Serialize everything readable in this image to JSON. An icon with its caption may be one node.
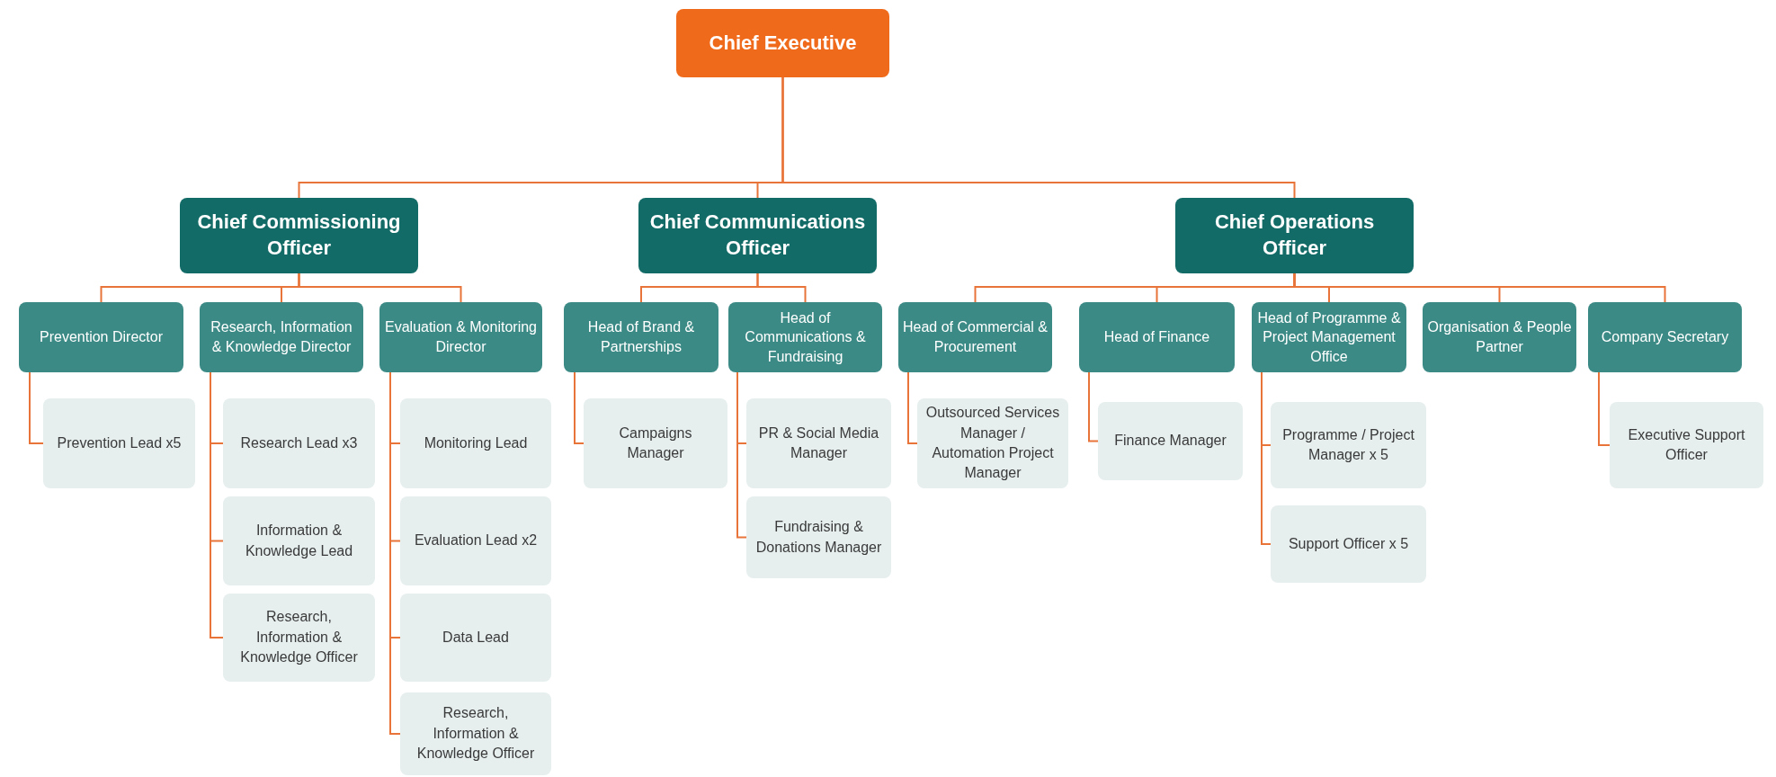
{
  "diagram": {
    "nodes": [
      {
        "text": [
          "Chief Executive"
        ]
      },
      {
        "text": [
          "Chief Commissioning Officer"
        ]
      },
      {
        "text": [
          "Chief Communications Officer"
        ]
      },
      {
        "text": [
          "Chief Operations Officer"
        ]
      },
      {
        "text": [
          "Prevention Director"
        ]
      },
      {
        "text": [
          "Research, Information & Knowledge Director"
        ]
      },
      {
        "text": [
          "Evaluation & Monitoring Director"
        ]
      },
      {
        "text": [
          "Head of Brand & Partnerships"
        ]
      },
      {
        "text": [
          "Head of Communications & Fundraising"
        ]
      },
      {
        "text": [
          "Head of Commercial & Procurement"
        ]
      },
      {
        "text": [
          "Head of Finance"
        ]
      },
      {
        "text": [
          "Head of Programme & Project Management Office"
        ]
      },
      {
        "text": [
          "Organisation & People Partner"
        ]
      },
      {
        "text": [
          "Company Secretary"
        ]
      },
      {
        "text": [
          "Prevention Lead x5"
        ]
      },
      {
        "text": [
          "Research Lead x3"
        ]
      },
      {
        "text": [
          "Information & Knowledge Lead"
        ]
      },
      {
        "text": [
          "Research, Information & Knowledge Officer"
        ]
      },
      {
        "text": [
          "Monitoring Lead"
        ]
      },
      {
        "text": [
          "Evaluation Lead x2"
        ]
      },
      {
        "text": [
          "Data Lead"
        ]
      },
      {
        "text": [
          "Research, Information & Knowledge Officer"
        ]
      },
      {
        "text": [
          "Campaigns Manager"
        ]
      },
      {
        "text": [
          "PR & Social Media Manager"
        ]
      },
      {
        "text": [
          "Fundraising & Donations Manager"
        ]
      },
      {
        "text": [
          "Outsourced Services Manager / Automation Project Manager"
        ]
      },
      {
        "text": [
          "Finance Manager"
        ]
      },
      {
        "text": [
          "Programme / Project Manager x 5"
        ]
      },
      {
        "text": [
          "Support Officer x 5"
        ]
      },
      {
        "text": [
          "Executive Support Officer"
        ]
      }
    ],
    "edges": [
      {
        "from": 0,
        "to": 1,
        "arrow": "none"
      },
      {
        "from": 0,
        "to": 2,
        "arrow": "none"
      },
      {
        "from": 0,
        "to": 3,
        "arrow": "none"
      },
      {
        "from": 1,
        "to": 4,
        "arrow": "none"
      },
      {
        "from": 1,
        "to": 5,
        "arrow": "none"
      },
      {
        "from": 1,
        "to": 6,
        "arrow": "none"
      },
      {
        "from": 2,
        "to": 7,
        "arrow": "none"
      },
      {
        "from": 2,
        "to": 8,
        "arrow": "none"
      },
      {
        "from": 3,
        "to": 9,
        "arrow": "none"
      },
      {
        "from": 3,
        "to": 10,
        "arrow": "none"
      },
      {
        "from": 3,
        "to": 11,
        "arrow": "none"
      },
      {
        "from": 3,
        "to": 12,
        "arrow": "none"
      },
      {
        "from": 3,
        "to": 13,
        "arrow": "none"
      },
      {
        "from": 4,
        "to": 14,
        "arrow": "none"
      },
      {
        "from": 5,
        "to": 15,
        "arrow": "none"
      },
      {
        "from": 5,
        "to": 16,
        "arrow": "none"
      },
      {
        "from": 5,
        "to": 17,
        "arrow": "none"
      },
      {
        "from": 6,
        "to": 18,
        "arrow": "none"
      },
      {
        "from": 6,
        "to": 19,
        "arrow": "none"
      },
      {
        "from": 6,
        "to": 20,
        "arrow": "none"
      },
      {
        "from": 6,
        "to": 21,
        "arrow": "none"
      },
      {
        "from": 7,
        "to": 22,
        "arrow": "none"
      },
      {
        "from": 8,
        "to": 23,
        "arrow": "none"
      },
      {
        "from": 8,
        "to": 24,
        "arrow": "none"
      },
      {
        "from": 9,
        "to": 25,
        "arrow": "none"
      },
      {
        "from": 10,
        "to": 26,
        "arrow": "none"
      },
      {
        "from": 11,
        "to": 27,
        "arrow": "none"
      },
      {
        "from": 11,
        "to": 28,
        "arrow": "none"
      },
      {
        "from": 13,
        "to": 29,
        "arrow": "none"
      }
    ]
  }
}
